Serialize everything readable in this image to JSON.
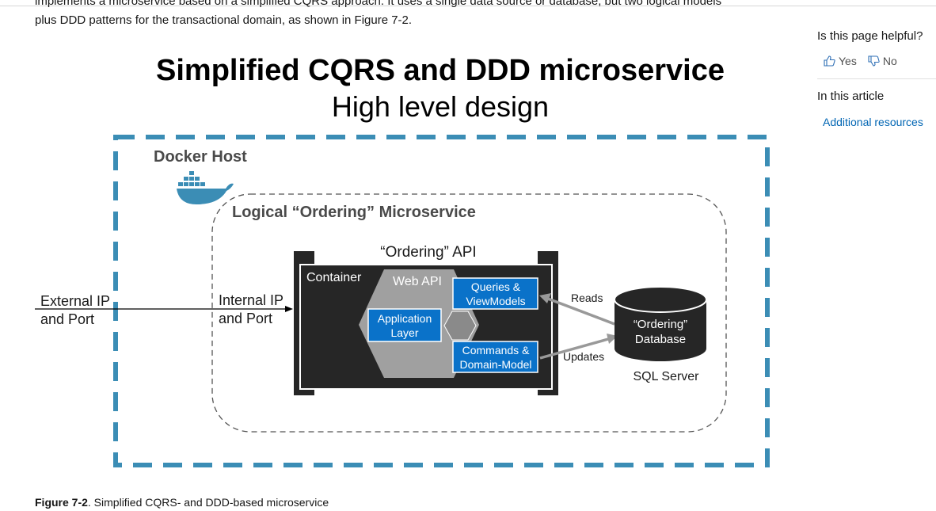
{
  "intro": {
    "line1": "implements a microservice based on a simplified CQRS approach. It uses a single data source or database, but two logical models",
    "line2": "plus DDD patterns for the transactional domain, as shown in Figure 7-2."
  },
  "rail": {
    "helpful_question": "Is this page helpful?",
    "yes_label": "Yes",
    "no_label": "No",
    "in_article_heading": "In this article",
    "additional_resources_link": "Additional resources"
  },
  "diagram": {
    "title": "Simplified CQRS and DDD microservice",
    "subtitle": "High level design",
    "docker_host_label": "Docker Host",
    "microservice_label": "Logical “Ordering” Microservice",
    "api_label": "“Ordering” API",
    "container_label": "Container",
    "web_api_label": "Web API",
    "queries_line1": "Queries &",
    "queries_line2": "ViewModels",
    "app_layer_line1": "Application",
    "app_layer_line2": "Layer",
    "commands_line1": "Commands &",
    "commands_line2": "Domain-Model",
    "external_line1": "External IP",
    "external_line2": "and Port",
    "internal_line1": "Internal IP",
    "internal_line2": "and Port",
    "reads_label": "Reads",
    "updates_label": "Updates",
    "db_line1": "“Ordering”",
    "db_line2": "Database",
    "db_server_label": "SQL Server",
    "colors": {
      "docker_blue": "#3b8db5",
      "container_bg": "#262626",
      "hexagon_gray": "#a0a0a0",
      "box_blue": "#0a72c9",
      "arrow_gray": "#999999"
    }
  },
  "caption": {
    "figure_label": "Figure 7-2",
    "text": ". Simplified CQRS- and DDD-based microservice"
  }
}
